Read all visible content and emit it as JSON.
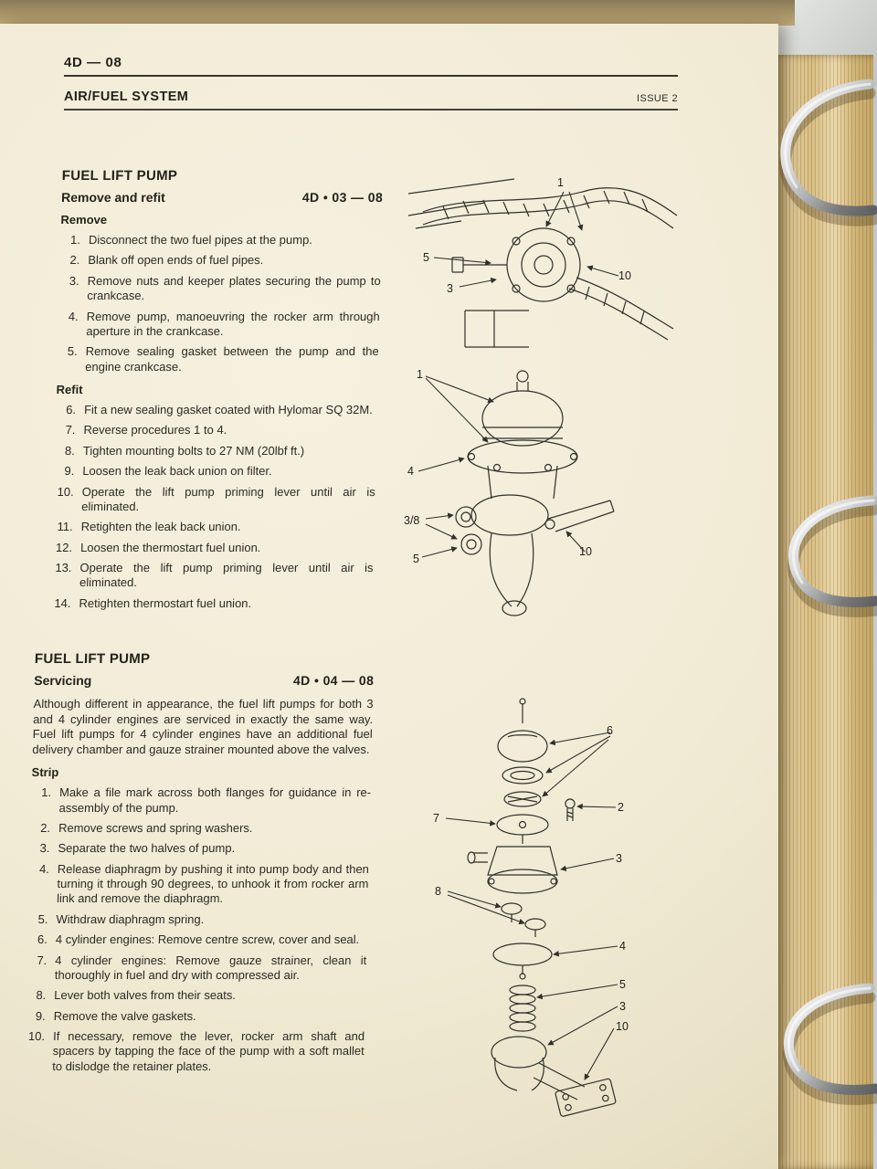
{
  "page": {
    "code": "4D — 08",
    "issue": "ISSUE 2",
    "system_title": "AIR/FUEL SYSTEM"
  },
  "section1": {
    "title": "FUEL LIFT PUMP",
    "subtitle": "Remove and refit",
    "ref_code": "4D • 03 — 08",
    "remove_heading": "Remove",
    "remove_steps": [
      {
        "num": "1.",
        "text": "Disconnect the two fuel pipes at the pump."
      },
      {
        "num": "2.",
        "text": "Blank off open ends of fuel pipes."
      },
      {
        "num": "3.",
        "text": "Remove nuts and keeper plates securing the pump to crankcase."
      },
      {
        "num": "4.",
        "text": "Remove pump, manoeuvring the rocker arm through aperture in the crankcase."
      },
      {
        "num": "5.",
        "text": "Remove sealing gasket between the pump and the engine crankcase."
      }
    ],
    "refit_heading": "Refit",
    "refit_steps": [
      {
        "num": "6.",
        "text": "Fit a new sealing gasket coated with Hylomar SQ 32M."
      },
      {
        "num": "7.",
        "text": "Reverse procedures 1 to 4."
      },
      {
        "num": "8.",
        "text": "Tighten mounting bolts to 27 NM (20lbf ft.)"
      },
      {
        "num": "9.",
        "text": "Loosen the leak back union on filter."
      },
      {
        "num": "10.",
        "text": "Operate the lift pump priming lever until air is eliminated."
      },
      {
        "num": "11.",
        "text": "Retighten the leak back union."
      },
      {
        "num": "12.",
        "text": "Loosen the thermostart fuel union."
      },
      {
        "num": "13.",
        "text": "Operate the lift pump priming lever until air is eliminated."
      },
      {
        "num": "14.",
        "text": "Retighten thermostart fuel union."
      }
    ]
  },
  "section2": {
    "title": "FUEL LIFT PUMP",
    "subtitle": "Servicing",
    "ref_code": "4D • 04 — 08",
    "intro": "Although different in appearance, the fuel lift pumps for both 3 and 4 cylinder engines are serviced in exactly the same way. Fuel lift pumps for 4 cylinder engines have an additional fuel delivery chamber and gauze strainer mounted above the valves.",
    "strip_heading": "Strip",
    "strip_steps": [
      {
        "num": "1.",
        "text": "Make a file mark across both flanges for guidance in re-assembly of the pump."
      },
      {
        "num": "2.",
        "text": "Remove screws and spring washers."
      },
      {
        "num": "3.",
        "text": "Separate the two halves of pump."
      },
      {
        "num": "4.",
        "text": "Release diaphragm by pushing it into pump body and then turning it through 90 degrees, to unhook it from rocker arm link and remove the diaphragm."
      },
      {
        "num": "5.",
        "text": "Withdraw diaphragm spring."
      },
      {
        "num": "6.",
        "text": "4 cylinder engines: Remove centre screw, cover and seal."
      },
      {
        "num": "7.",
        "text": "4 cylinder engines: Remove gauze strainer, clean it thoroughly in fuel and dry with compressed air."
      },
      {
        "num": "8.",
        "text": "Lever both valves from their seats."
      },
      {
        "num": "9.",
        "text": "Remove the valve gaskets."
      },
      {
        "num": "10.",
        "text": "If necessary, remove the lever, rocker arm shaft and spacers by tapping the face of the pump with a soft mallet to dislodge the retainer plates."
      }
    ]
  },
  "figures": {
    "fig1": {
      "callouts": [
        "1",
        "5",
        "3",
        "10"
      ]
    },
    "fig2": {
      "callouts": [
        "1",
        "4",
        "3/8",
        "5",
        "10"
      ]
    },
    "fig3": {
      "callouts": [
        "6",
        "7",
        "2",
        "3",
        "8",
        "4",
        "5",
        "3",
        "10"
      ]
    }
  },
  "colors": {
    "page_cream": "#f1ebd6",
    "page_edge_tan": "#d9bf85",
    "table_gray": "#bcc0bc",
    "ink": "#2b2922"
  }
}
